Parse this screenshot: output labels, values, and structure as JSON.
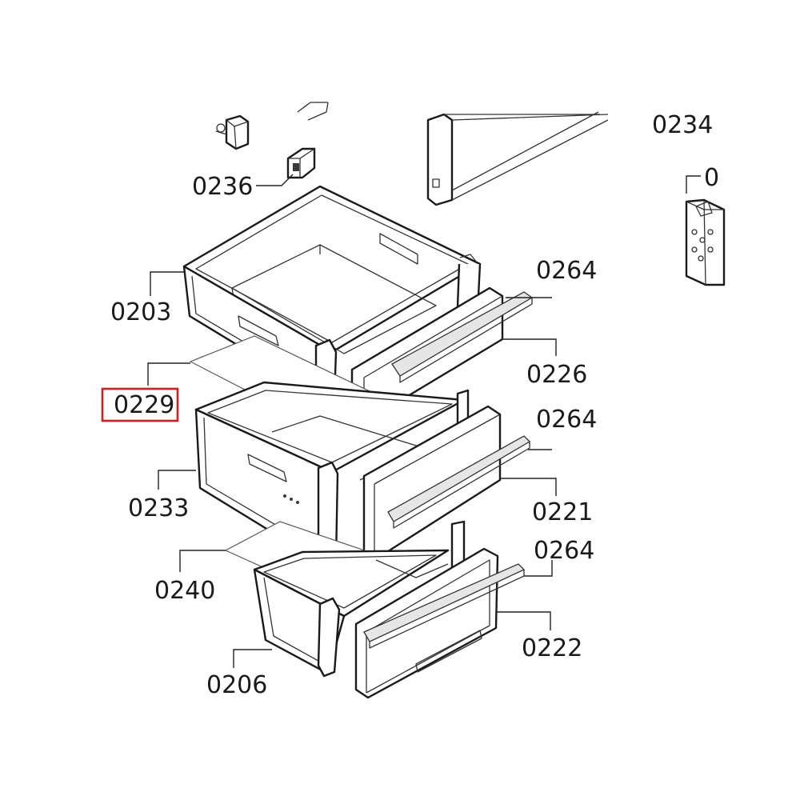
{
  "diagram": {
    "labels": {
      "l0234": "0234",
      "l0": "0",
      "l0236": "0236",
      "l0203": "0203",
      "l0264a": "0264",
      "l0226": "0226",
      "l0229": "0229",
      "l0264b": "0264",
      "l0233": "0233",
      "l0221": "0221",
      "l0240": "0240",
      "l0264c": "0264",
      "l0222": "0222",
      "l0206": "0206"
    },
    "highlight_color": "#d11f1f"
  }
}
